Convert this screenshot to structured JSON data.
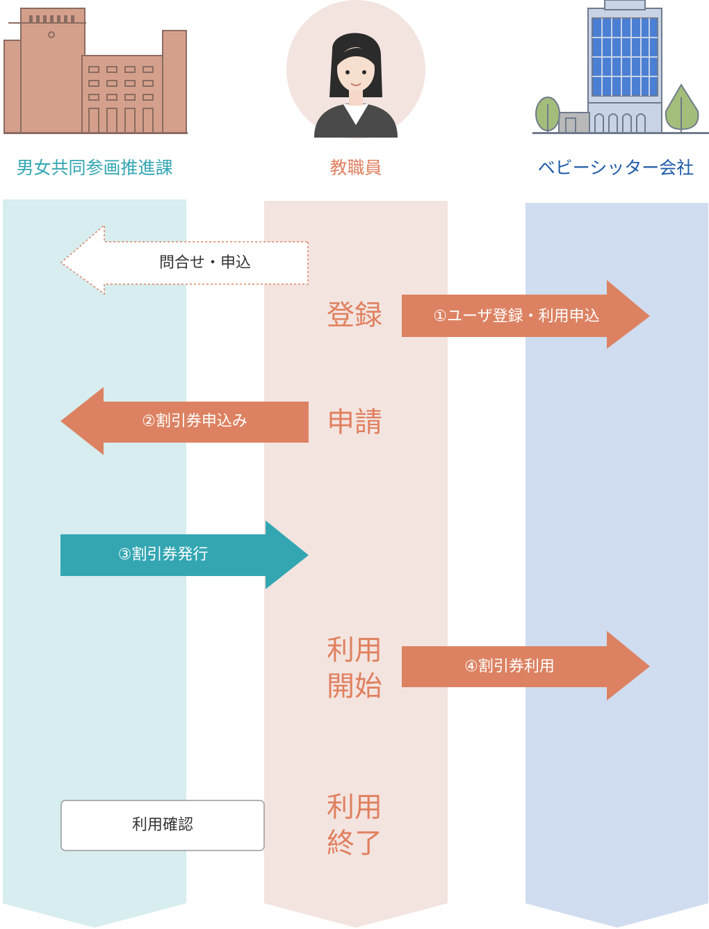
{
  "columns": {
    "left": {
      "title": "男女共同参画推進課"
    },
    "center": {
      "title": "教職員"
    },
    "right": {
      "title": "ベビーシッター会社"
    }
  },
  "steps": {
    "register": "登録",
    "apply": "申請",
    "start_line1": "利用",
    "start_line2": "開始",
    "end_line1": "利用",
    "end_line2": "終了"
  },
  "arrows": {
    "inquiry": "問合せ・申込",
    "user_registration": "①ユーザ登録・利用申込",
    "coupon_request": "②割引券申込み",
    "coupon_issue": "③割引券発行",
    "coupon_use": "④割引券利用"
  },
  "boxes": {
    "confirm_usage": "利用確認"
  },
  "colors": {
    "left_title": "#33a6b2",
    "center_title": "#e0805f",
    "right_title": "#1e5aa8",
    "left_lane": "#d7edef",
    "center_lane": "#f3e4e0",
    "right_lane": "#d0dcef",
    "orange_arrow": "#dc8262",
    "teal_arrow": "#33a6b2"
  }
}
